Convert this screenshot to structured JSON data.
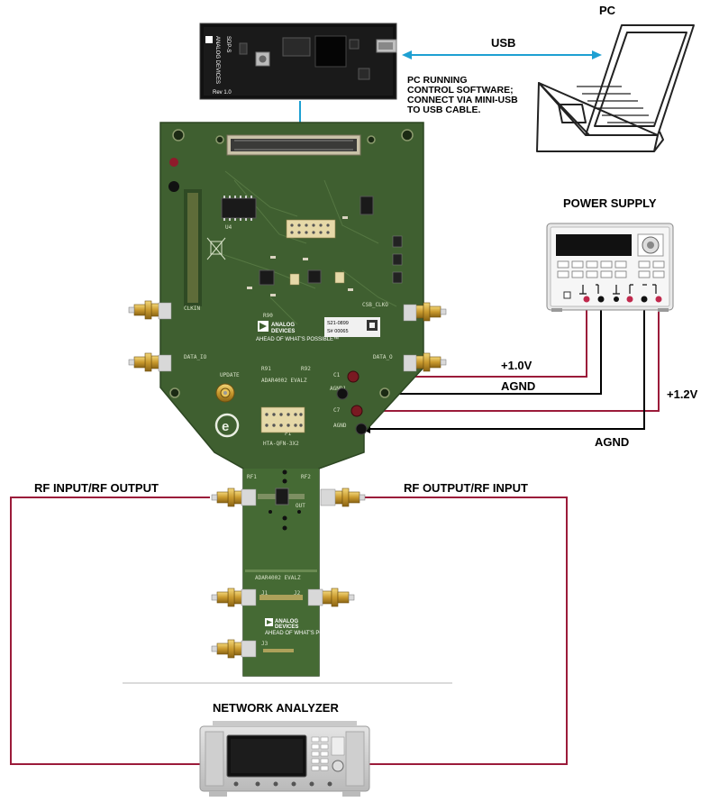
{
  "labels": {
    "pc": "PC",
    "usb": "USB",
    "pc_note": [
      "PC RUNNING",
      "CONTROL SOFTWARE;",
      "CONNECT VIA MINI-USB",
      "TO USB CABLE."
    ],
    "power_supply": "POWER SUPPLY",
    "v1": "+1.0V",
    "agnd1": "AGND",
    "v2": "+1.2V",
    "agnd2": "AGND",
    "rf_left": "RF INPUT/RF OUTPUT",
    "rf_right": "RF OUTPUT/RF INPUT",
    "network_analyzer": "NETWORK ANALYZER"
  },
  "sdp_board": {
    "vendor": "ANALOG DEVICES",
    "name": "SDP-S",
    "rev": "Rev 1.0"
  },
  "eval_board": {
    "brand_line1": "ANALOG",
    "brand_line2": "DEVICES",
    "tagline": "AHEAD OF WHAT'S POSSIBLE™",
    "serial1": "S21-0899",
    "serial2": "S# 00065",
    "title": "ADAR4002 EVALZ",
    "title2": "ADAR4002 EVALZ",
    "socket": "HTA-QFN-3X2",
    "clkin": "CLKIN",
    "data_io": "DATA_IO",
    "csb_clko": "CSB_CLKO",
    "data_o": "DATA_O",
    "update": "UPDATE",
    "c1": "C1",
    "agnd1": "AGND1",
    "c7": "C7",
    "agnd": "AGND",
    "rf1": "RF1",
    "rf2": "RF2",
    "out": "OUT",
    "j1": "J1",
    "j2": "J2",
    "j3": "J3",
    "p1": "P1",
    "u4": "U4",
    "r90": "R90",
    "r91": "R91",
    "r92": "R92"
  }
}
